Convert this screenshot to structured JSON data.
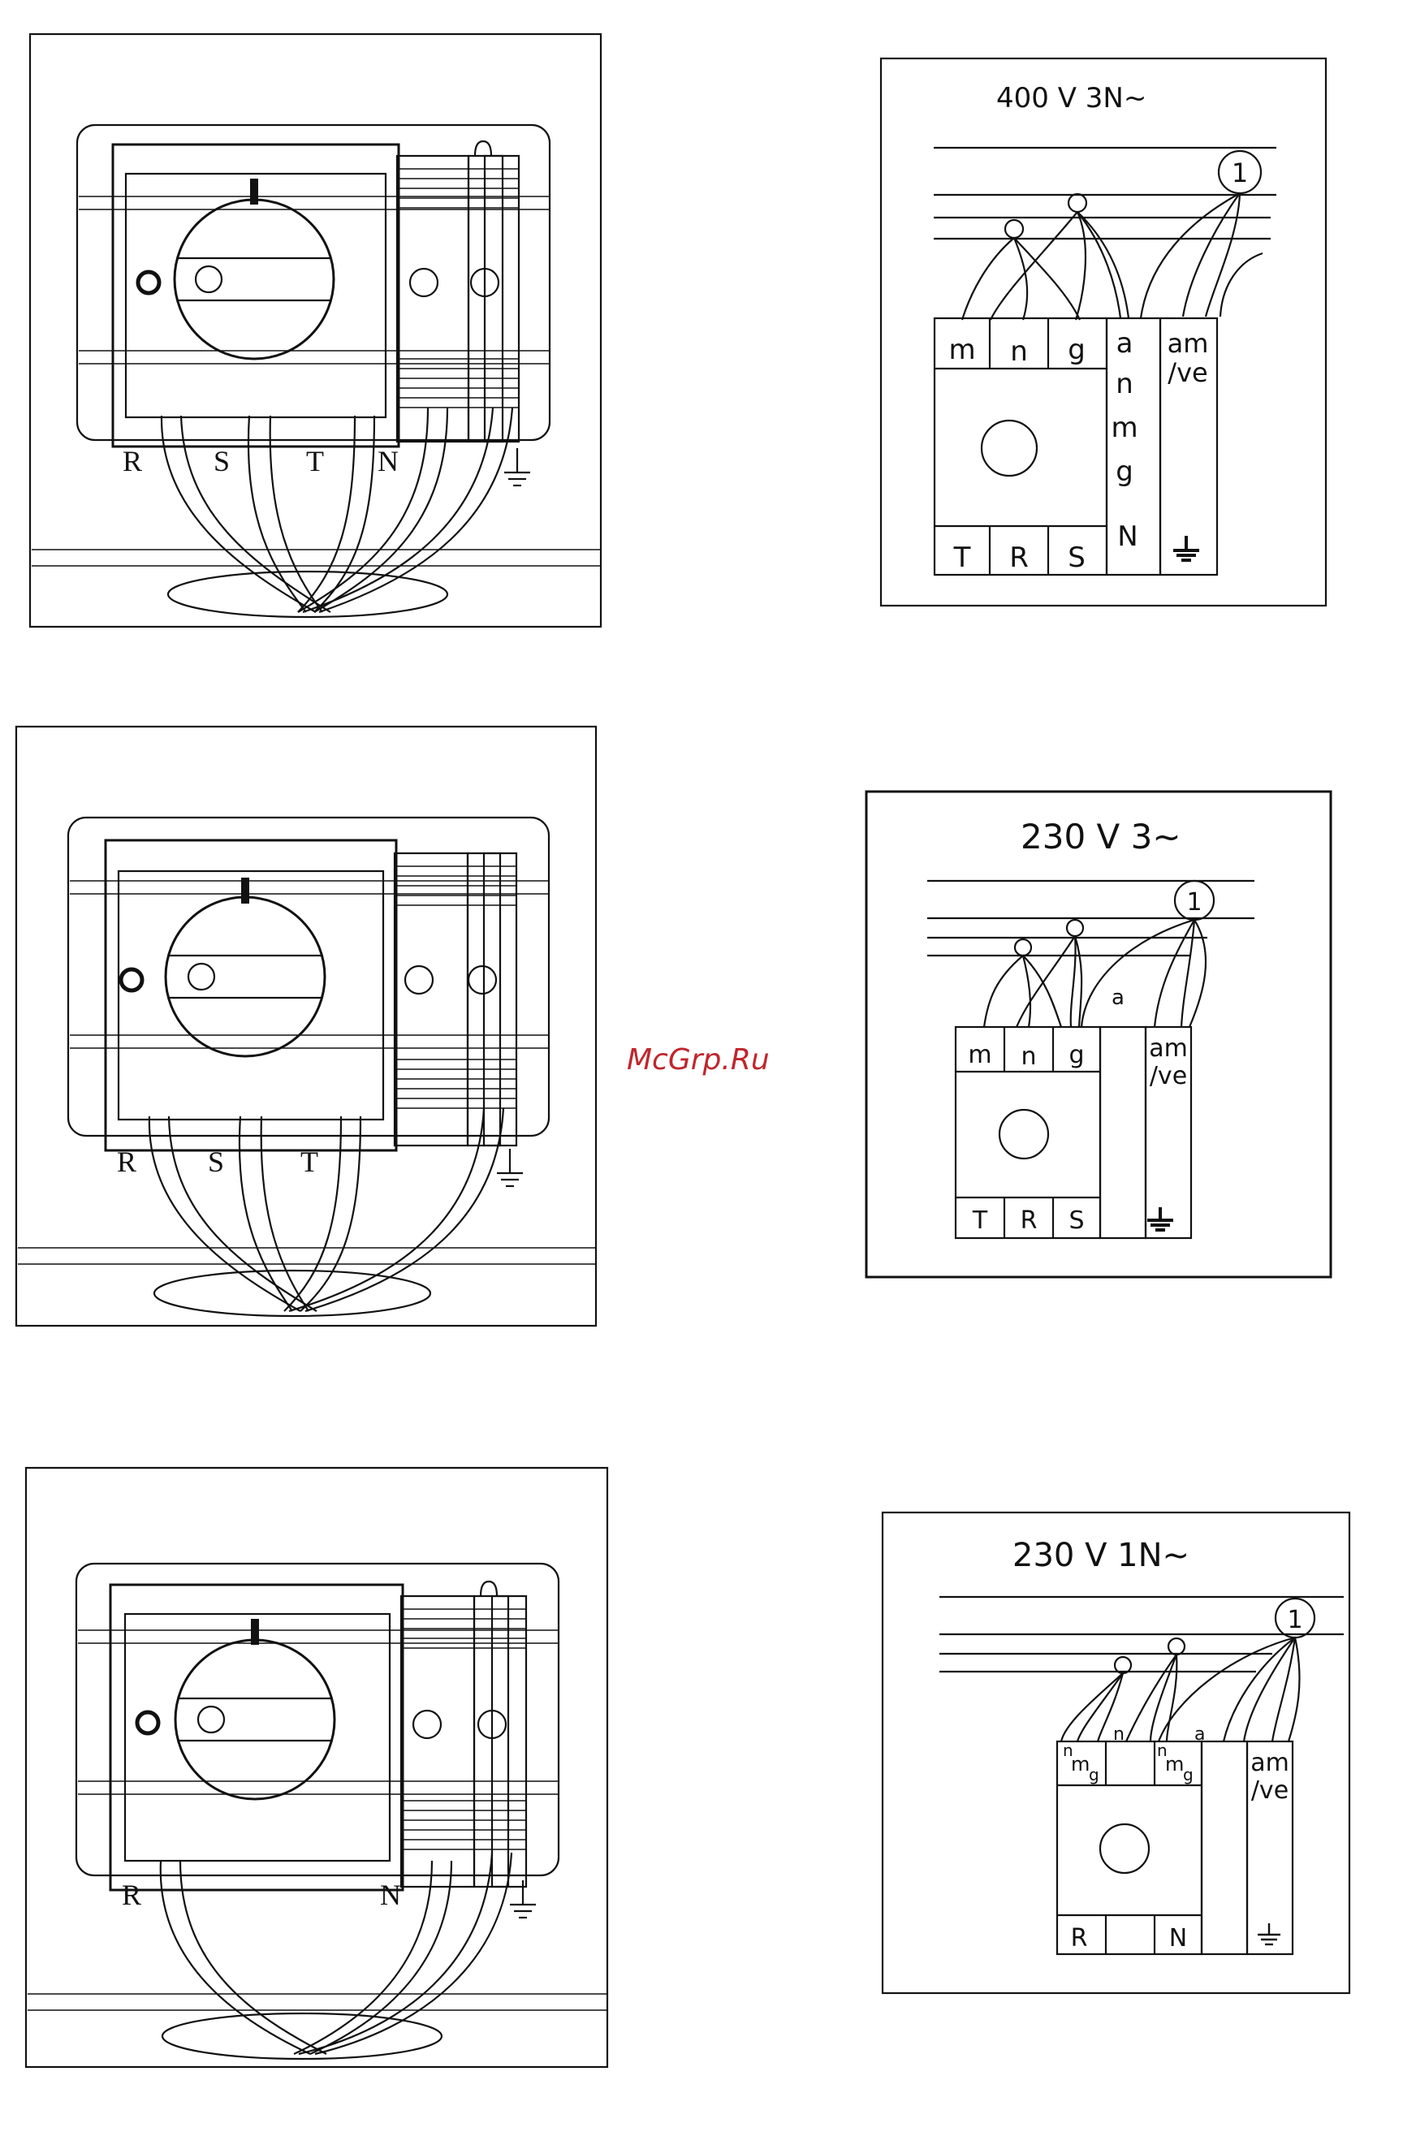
{
  "watermark": "McGrp.Ru",
  "symbols": {
    "on": "I",
    "off": "O",
    "earth": "earth-symbol"
  },
  "installations": [
    {
      "terminals": [
        "R",
        "S",
        "T",
        "N",
        "⏚"
      ],
      "diagram": {
        "title": "400 V 3N~",
        "bridge": "1",
        "top_labels": [
          "m",
          "n",
          "g"
        ],
        "column_labels": [
          "a",
          "n",
          "m",
          "g",
          "N"
        ],
        "side_label": [
          "am",
          "/ve"
        ],
        "bottom_labels": [
          "T",
          "R",
          "S"
        ]
      }
    },
    {
      "terminals": [
        "R",
        "S",
        "T",
        "⏚"
      ],
      "diagram": {
        "title": "230 V  3~",
        "bridge": "1",
        "top_labels": [
          "m",
          "n",
          "g"
        ],
        "wire_label": "a",
        "side_label": [
          "am",
          "/ve"
        ],
        "bottom_labels": [
          "T",
          "R",
          "S"
        ]
      }
    },
    {
      "terminals": [
        "R",
        "N",
        "⏚"
      ],
      "diagram": {
        "title": "230 V 1N~",
        "bridge": "1",
        "left_letters": [
          "n",
          "m",
          "g",
          "n"
        ],
        "right_letters": [
          "n",
          "m",
          "g",
          "a"
        ],
        "side_label": [
          "am",
          "/ve"
        ],
        "bottom_labels": [
          "R",
          "N"
        ]
      }
    }
  ]
}
